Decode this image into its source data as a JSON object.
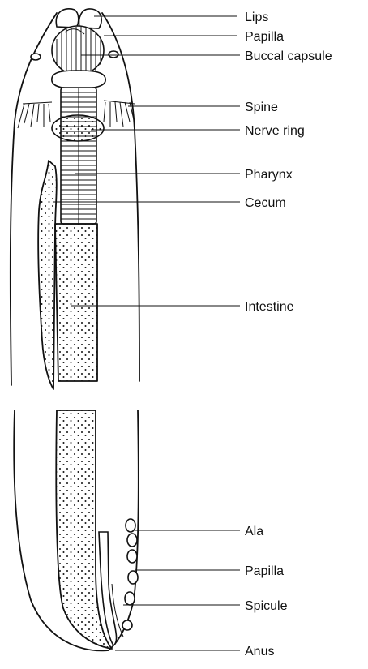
{
  "labels": {
    "lips": "Lips",
    "papilla_top": "Papilla",
    "buccal_capsule": "Buccal capsule",
    "spine": "Spine",
    "nerve_ring": "Nerve ring",
    "pharynx": "Pharynx",
    "cecum": "Cecum",
    "intestine": "Intestine",
    "ala": "Ala",
    "papilla_bottom": "Papilla",
    "spicule": "Spicule",
    "anus": "Anus"
  },
  "colors": {
    "ink": "#111111",
    "background": "#ffffff"
  }
}
